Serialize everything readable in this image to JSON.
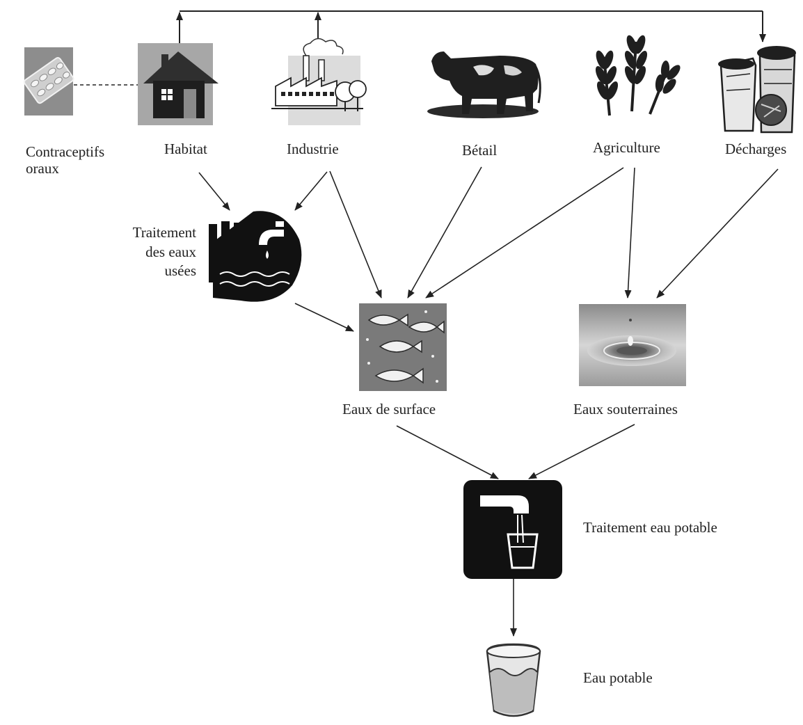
{
  "sources": {
    "contraceptifs": "Contraceptifs oraux",
    "habitat": "Habitat",
    "industrie": "Industrie",
    "betail": "Bétail",
    "agriculture": "Agriculture",
    "decharges": "Décharges"
  },
  "treatment": {
    "wastewater_line1": "Traitement",
    "wastewater_line2": "des eaux",
    "wastewater_line3": "usées",
    "drinking": "Traitement eau potable"
  },
  "waters": {
    "surface": "Eaux de surface",
    "ground": "Eaux souterraines",
    "potable": "Eau potable"
  },
  "icons": {
    "contraceptifs": "pill-pack-icon",
    "habitat": "house-icon",
    "industrie": "factory-icon",
    "betail": "cow-icon",
    "agriculture": "wheat-icon",
    "decharges": "trash-cans-icon",
    "wastewater": "wastewater-plant-icon",
    "surface": "fish-icon",
    "ground": "water-drop-icon",
    "drinking": "tap-glass-icon",
    "potable": "water-glass-icon"
  }
}
